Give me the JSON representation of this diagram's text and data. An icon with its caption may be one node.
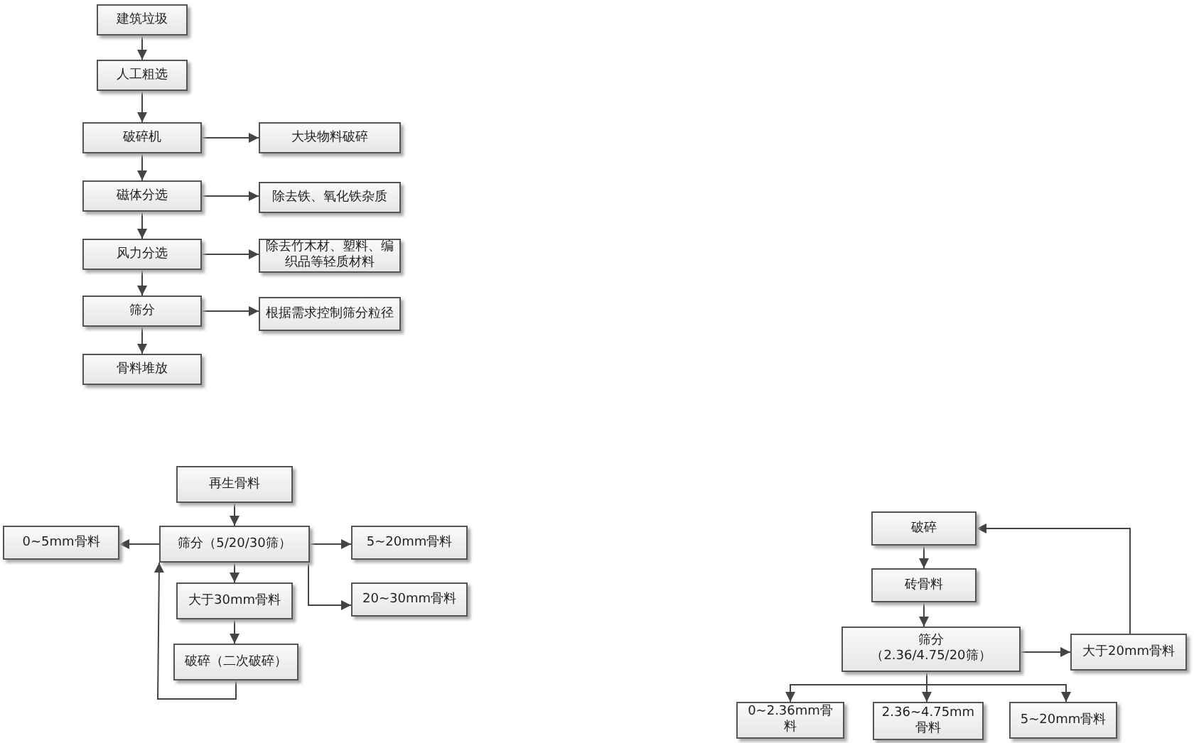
{
  "diagram": {
    "nodes": [
      {
        "text": [
          "建筑垃圾"
        ]
      },
      {
        "text": [
          "人工粗选"
        ]
      },
      {
        "text": [
          "破碎机"
        ]
      },
      {
        "text": [
          "大块物料破碎"
        ]
      },
      {
        "text": [
          "磁体分选"
        ]
      },
      {
        "text": [
          "除去铁、氧化铁杂质"
        ]
      },
      {
        "text": [
          "风力分选"
        ]
      },
      {
        "text": [
          "除去竹木材、塑料、编织品等轻质材料"
        ]
      },
      {
        "text": [
          "筛分"
        ]
      },
      {
        "text": [
          "根据需求控制筛分粒径"
        ]
      },
      {
        "text": [
          "骨料堆放"
        ]
      },
      {
        "text": [
          "再生骨料"
        ]
      },
      {
        "text": [
          "0~5mm骨料"
        ]
      },
      {
        "text": [
          "筛分（5/20/30筛）"
        ]
      },
      {
        "text": [
          "5~20mm骨料"
        ]
      },
      {
        "text": [
          "大于30mm骨料"
        ]
      },
      {
        "text": [
          "20~30mm骨料"
        ]
      },
      {
        "text": [
          "破碎（二次破碎）"
        ]
      },
      {
        "text": [
          "破碎"
        ]
      },
      {
        "text": [
          "砖骨料"
        ]
      },
      {
        "text": [
          "筛分",
          "（2.36/4.75/20筛）"
        ]
      },
      {
        "text": [
          "大于20mm骨料"
        ]
      },
      {
        "text": [
          "0~2.36mm骨料"
        ]
      },
      {
        "text": [
          "2.36~4.75mm骨料"
        ]
      },
      {
        "text": [
          "5~20mm骨料"
        ]
      }
    ],
    "edges": [
      {
        "from": 0,
        "to": 1,
        "arrow": "to"
      },
      {
        "from": 1,
        "to": 2,
        "arrow": "to"
      },
      {
        "from": 2,
        "to": 3,
        "arrow": "to"
      },
      {
        "from": 2,
        "to": 4,
        "arrow": "to"
      },
      {
        "from": 4,
        "to": 5,
        "arrow": "to"
      },
      {
        "from": 4,
        "to": 6,
        "arrow": "to"
      },
      {
        "from": 6,
        "to": 7,
        "arrow": "to"
      },
      {
        "from": 6,
        "to": 8,
        "arrow": "to"
      },
      {
        "from": 8,
        "to": 9,
        "arrow": "to"
      },
      {
        "from": 8,
        "to": 10,
        "arrow": "to"
      },
      {
        "from": 11,
        "to": 13,
        "arrow": "to"
      },
      {
        "from": 13,
        "to": 12,
        "arrow": "to"
      },
      {
        "from": 13,
        "to": 14,
        "arrow": "to"
      },
      {
        "from": 13,
        "to": 15,
        "arrow": "to"
      },
      {
        "from": 13,
        "to": 16,
        "arrow": "to"
      },
      {
        "from": 15,
        "to": 17,
        "arrow": "to"
      },
      {
        "from": 17,
        "to": 13,
        "arrow": "to"
      },
      {
        "from": 18,
        "to": 19,
        "arrow": "to"
      },
      {
        "from": 19,
        "to": 20,
        "arrow": "to"
      },
      {
        "from": 20,
        "to": 21,
        "arrow": "to"
      },
      {
        "from": 21,
        "to": 18,
        "arrow": "to"
      },
      {
        "from": 20,
        "to": 22,
        "arrow": "to"
      },
      {
        "from": 20,
        "to": 23,
        "arrow": "to"
      },
      {
        "from": 20,
        "to": 24,
        "arrow": "to"
      }
    ]
  }
}
